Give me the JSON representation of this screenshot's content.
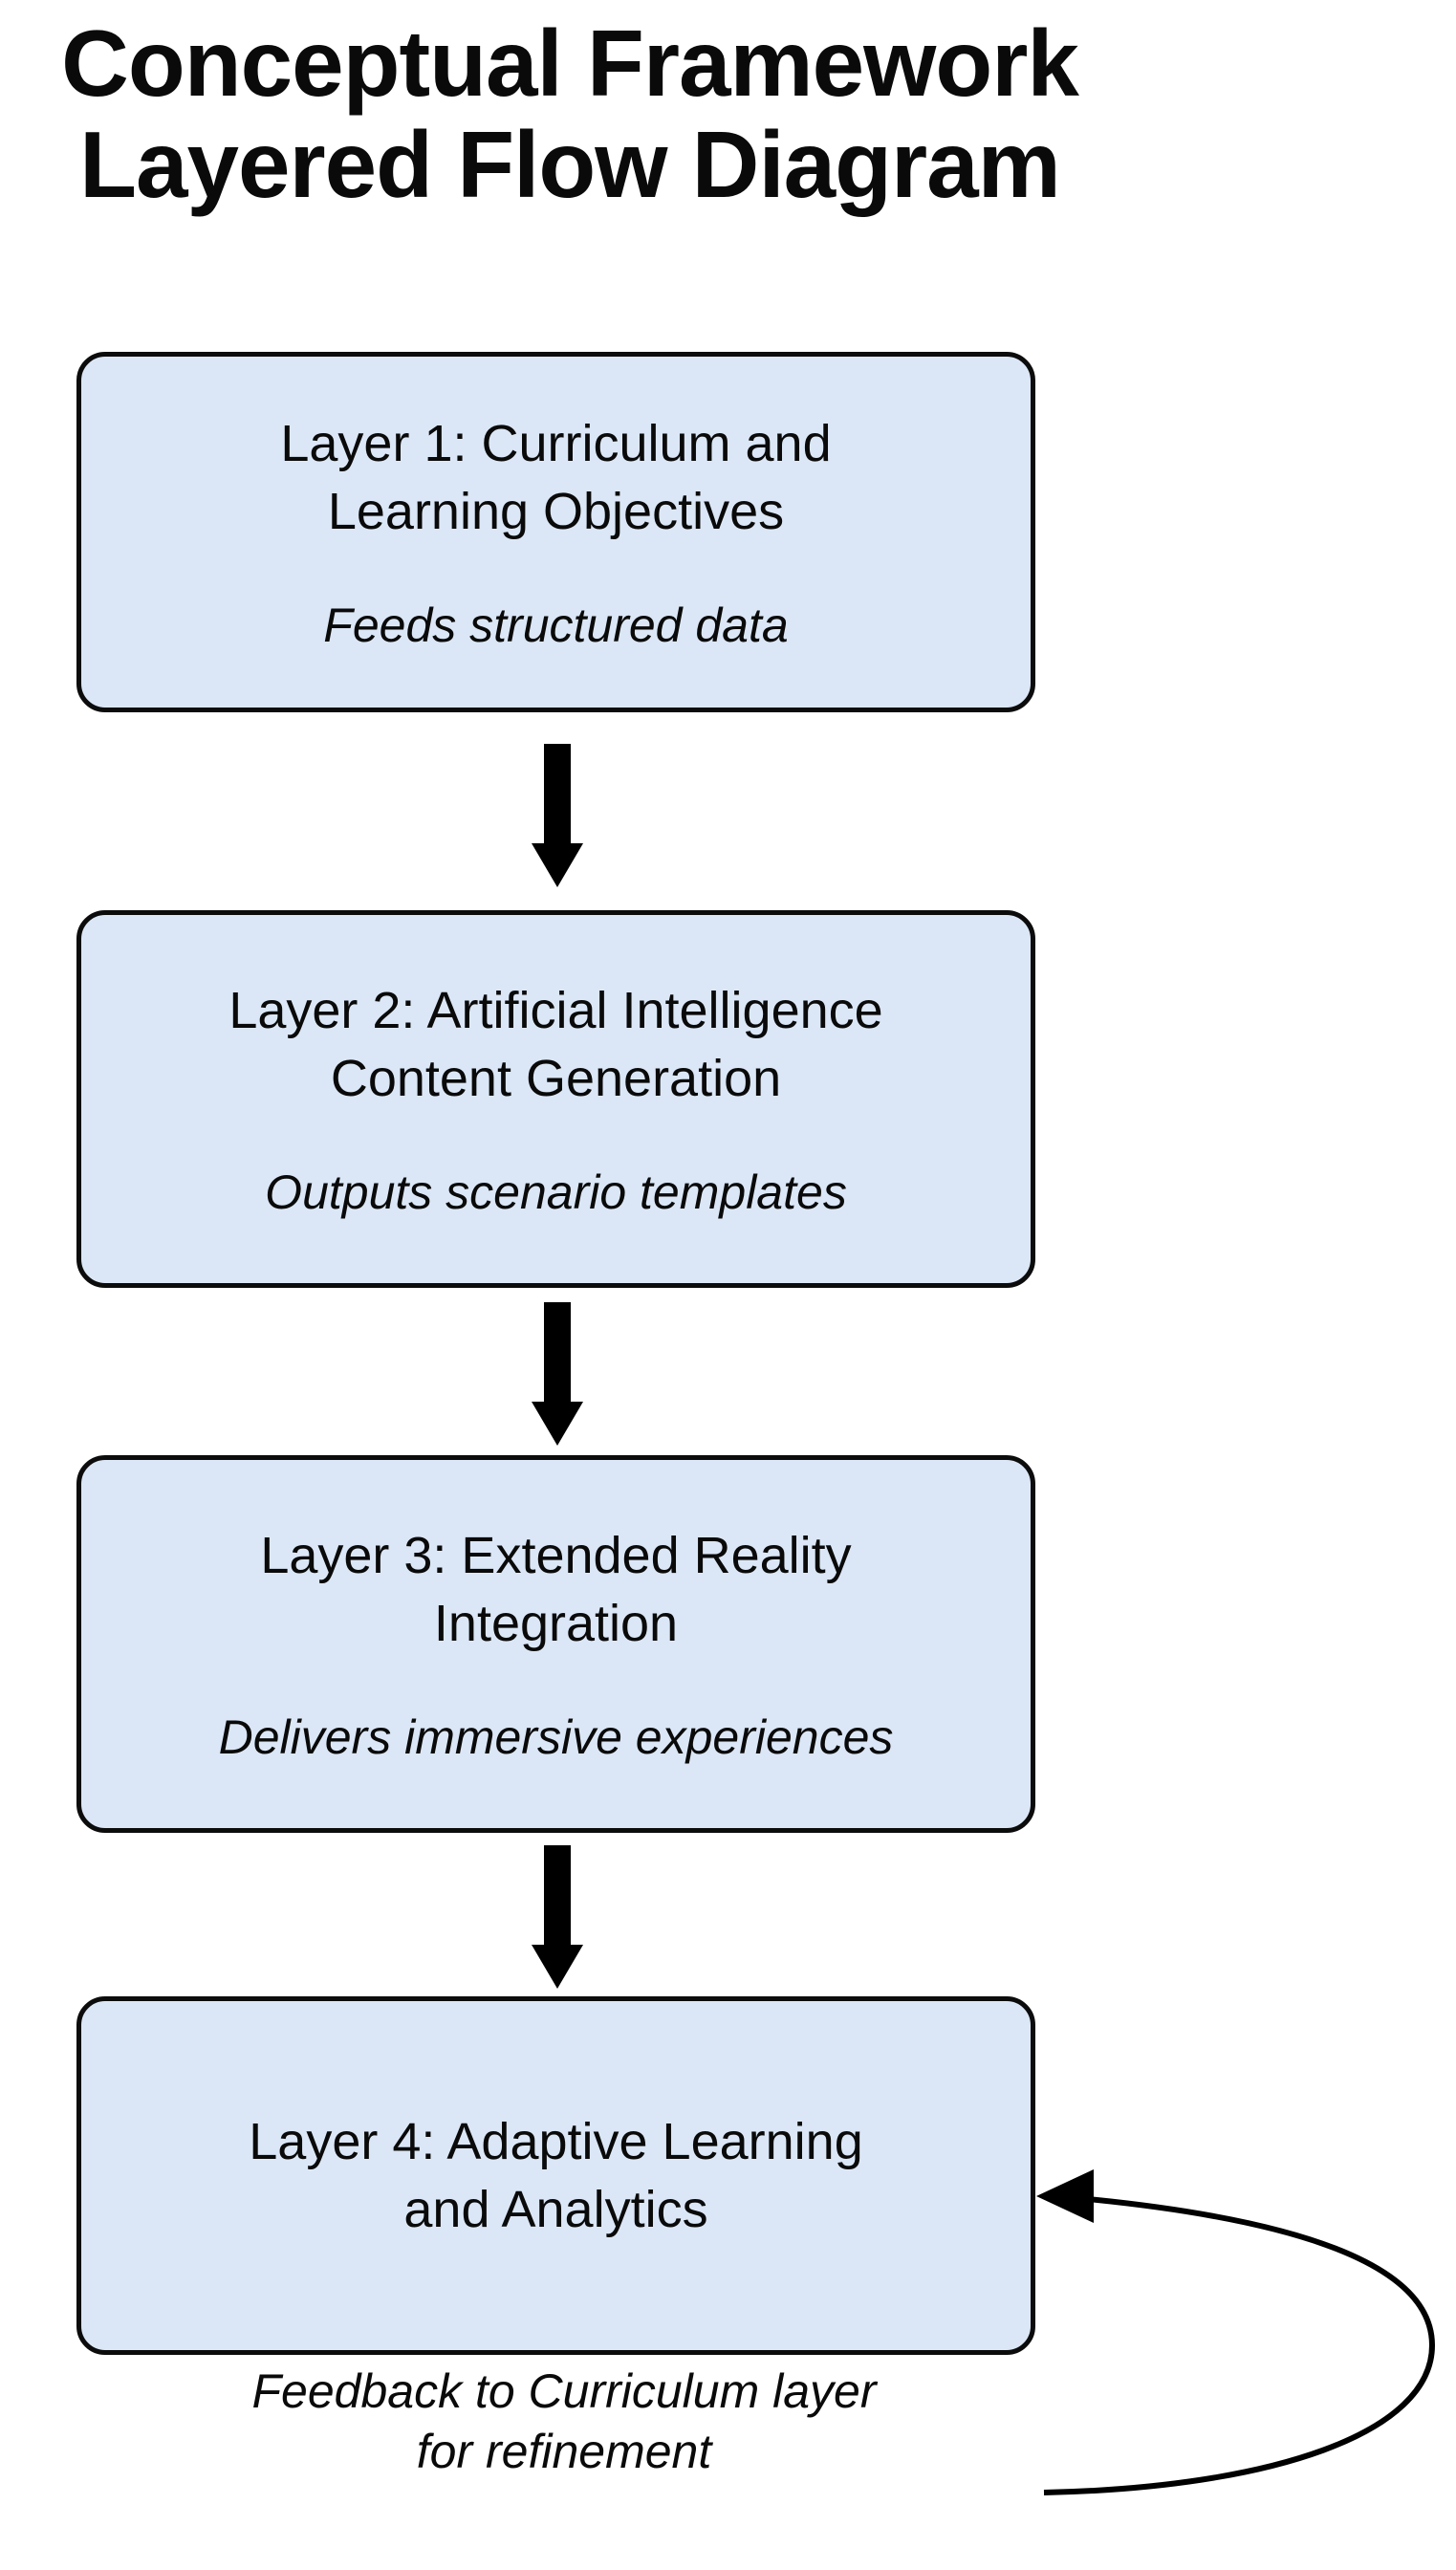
{
  "title": {
    "line1": "Conceptual Framework",
    "line2": "Layered Flow Diagram"
  },
  "layers": [
    {
      "heading_line1": "Layer 1: Curriculum and",
      "heading_line2": "Learning Objectives",
      "subtitle": "Feeds structured data"
    },
    {
      "heading_line1": "Layer 2: Artificial Intelligence",
      "heading_line2": "Content Generation",
      "subtitle": "Outputs scenario templates"
    },
    {
      "heading_line1": "Layer 3: Extended Reality",
      "heading_line2": "Integration",
      "subtitle": "Delivers immersive experiences"
    },
    {
      "heading_line1": "Layer 4: Adaptive Learning",
      "heading_line2": "and Analytics",
      "subtitle": ""
    }
  ],
  "feedback": {
    "caption_line1": "Feedback to Curriculum layer",
    "caption_line2": "for refinement"
  },
  "icons": {
    "down_arrow": "solid-down-arrow",
    "feedback_arrow": "curved-loop-arrow-left"
  },
  "colors": {
    "background": "#ffffff",
    "box_fill": "#dbe7f6",
    "box_border": "#0c0c0c",
    "arrow": "#000000",
    "text": "#0a0a0a"
  }
}
